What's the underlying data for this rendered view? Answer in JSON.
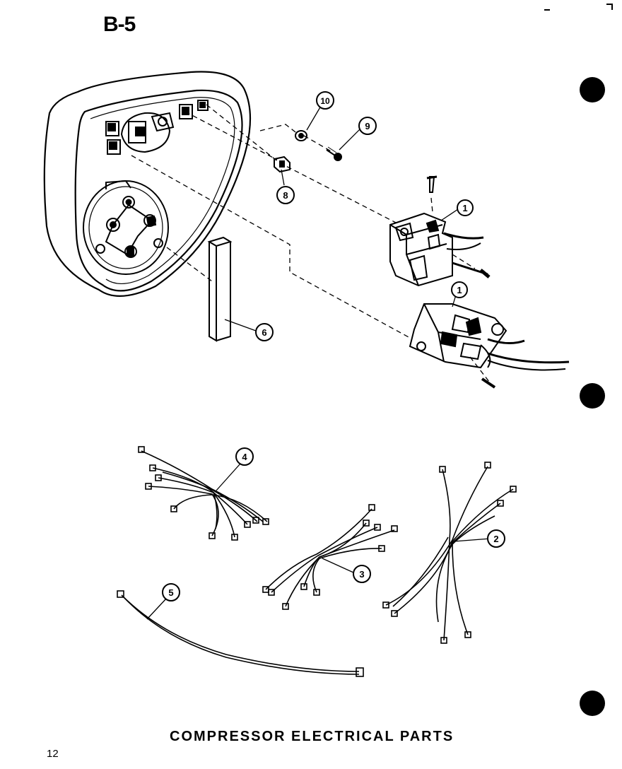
{
  "diagram": {
    "page_title": "B-5",
    "caption": "COMPRESSOR ELECTRICAL PARTS",
    "page_number": "12",
    "callouts": {
      "relay_upper": "1",
      "relay_lower": "1",
      "harness_b": "2",
      "harness_c": "3",
      "harness_a": "4",
      "lead_wire": "5",
      "insulator": "6",
      "clip": "8",
      "screw": "9",
      "washer": "10"
    }
  }
}
